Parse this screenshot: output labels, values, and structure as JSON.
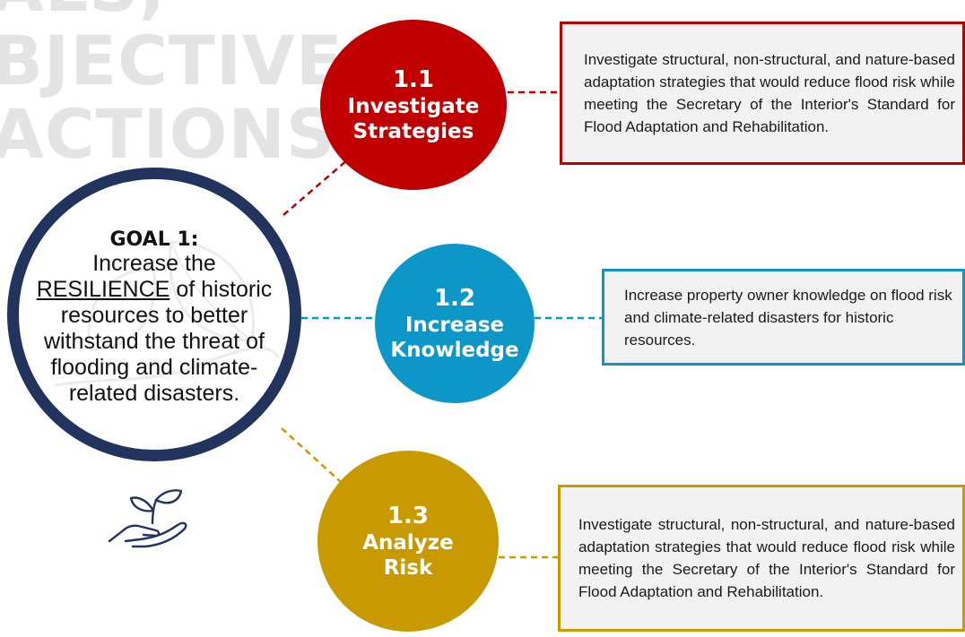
{
  "background_heading": [
    "ALS,",
    "BJECTIVES,",
    "ACTIONS"
  ],
  "goal": {
    "title": "GOAL 1:",
    "text_before": "Increase the",
    "highlight": "RESILIENCE",
    "text_after": "of historic resources to better withstand the threat of flooding and climate-related disasters."
  },
  "objectives": [
    {
      "number": "1.1",
      "label": "Investigate\nStrategies",
      "color": "#c00000",
      "description": "Investigate structural, non-structural, and nature-based adaptation strategies that would reduce flood risk while meeting the Secretary of the Interior's Standard for Flood Adaptation and Rehabilitation."
    },
    {
      "number": "1.2",
      "label": "Increase\nKnowledge",
      "color": "#0d97c9",
      "description": "Increase property owner knowledge on flood risk and climate-related disasters for historic resources."
    },
    {
      "number": "1.3",
      "label": "Analyze\nRisk",
      "color": "#c99a00",
      "description": "Investigate structural, non-structural, and nature-based adaptation strategies that would reduce flood risk while meeting the Secretary of the Interior's Standard for Flood Adaptation and Rehabilitation."
    }
  ],
  "colors": {
    "goal_ring": "#22335e",
    "heading_watermark": "#e4e4e4",
    "box_fill": "#f2f2f2"
  },
  "icons": {
    "hand": "hand-with-sprout-icon",
    "watermark": "leaf-watermark-icon"
  }
}
